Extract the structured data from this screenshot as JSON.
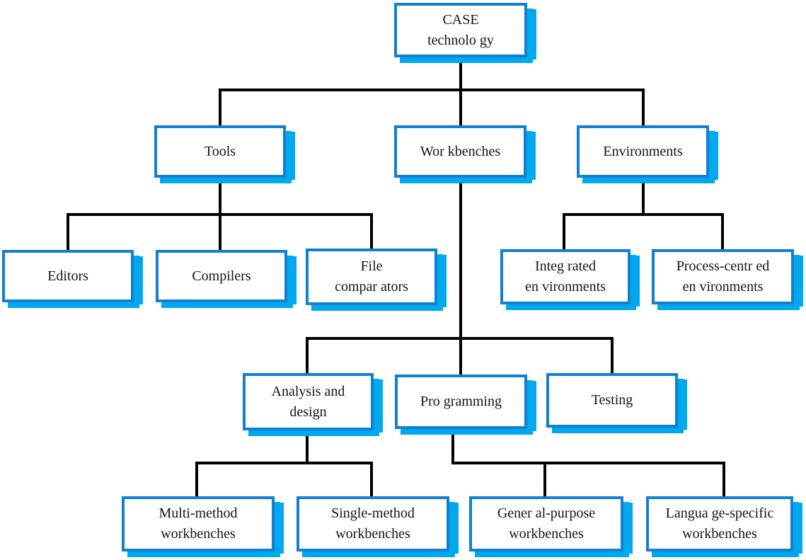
{
  "diagram_type": "hierarchy-tree",
  "colors": {
    "box_fill": "#ffffff",
    "box_border": "#1180d2",
    "box_shadow": "#00a9ee",
    "connector": "#000000",
    "background": "#ffffff",
    "text": "#141414"
  },
  "nodes": {
    "case_technology": {
      "line1": "CASE",
      "line2": "technolo gy"
    },
    "tools": {
      "line1": "Tools"
    },
    "workbenches": {
      "line1": "Wor kbenches"
    },
    "environments": {
      "line1": "Environments"
    },
    "editors": {
      "line1": "Editors"
    },
    "compilers": {
      "line1": "Compilers"
    },
    "file_comparators": {
      "line1": "File",
      "line2": "compar ators"
    },
    "integrated_environments": {
      "line1": "Integ rated",
      "line2": "en vironments"
    },
    "process_centred_environments": {
      "line1": "Process-centr ed",
      "line2": "en vironments"
    },
    "analysis_and_design": {
      "line1": "Analysis and",
      "line2": "design"
    },
    "programming": {
      "line1": "Pro gramming"
    },
    "testing": {
      "line1": "Testing"
    },
    "multi_method_workbenches": {
      "line1": "Multi-method",
      "line2": "workbenches"
    },
    "single_method_workbenches": {
      "line1": "Single-method",
      "line2": "workbenches"
    },
    "general_purpose_workbenches": {
      "line1": "Gener al-purpose",
      "line2": "workbenches"
    },
    "language_specific_workbenches": {
      "line1": "Langua ge-specific",
      "line2": "workbenches"
    }
  },
  "hierarchy": [
    {
      "parent": "CASE technology",
      "children": [
        "Tools",
        "Workbenches",
        "Environments"
      ]
    },
    {
      "parent": "Tools",
      "children": [
        "Editors",
        "Compilers",
        "File comparators"
      ]
    },
    {
      "parent": "Environments",
      "children": [
        "Integrated environments",
        "Process-centred environments"
      ]
    },
    {
      "parent": "Workbenches",
      "children": [
        "Analysis and design",
        "Programming",
        "Testing"
      ]
    },
    {
      "parent": "Analysis and design",
      "children": [
        "Multi-method workbenches",
        "Single-method workbenches"
      ]
    },
    {
      "parent": "Programming",
      "children": [
        "General-purpose workbenches",
        "Language-specific workbenches"
      ]
    }
  ]
}
